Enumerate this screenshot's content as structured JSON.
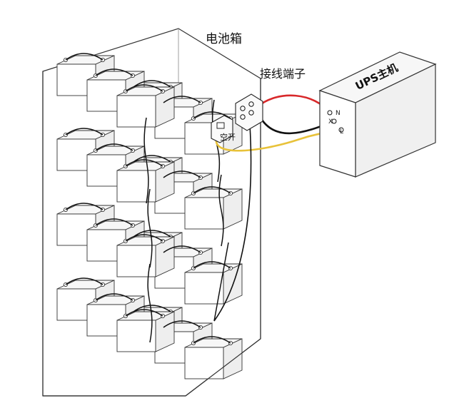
{
  "labels": {
    "battery_cabinet": "电池箱",
    "terminal_block": "接线端子",
    "breaker": "空开",
    "ups_host": "UPS主机"
  },
  "ups_terminals": [
    "N",
    "X",
    "L"
  ],
  "colors": {
    "red_wire": "#d8282a",
    "yellow_wire": "#e8c23a",
    "black_wire": "#111111",
    "outline": "#333333",
    "battery_face": "#ffffff"
  },
  "battery_layout": {
    "tiers": 4,
    "rows_per_tier": 3,
    "cols_per_row": 2
  }
}
